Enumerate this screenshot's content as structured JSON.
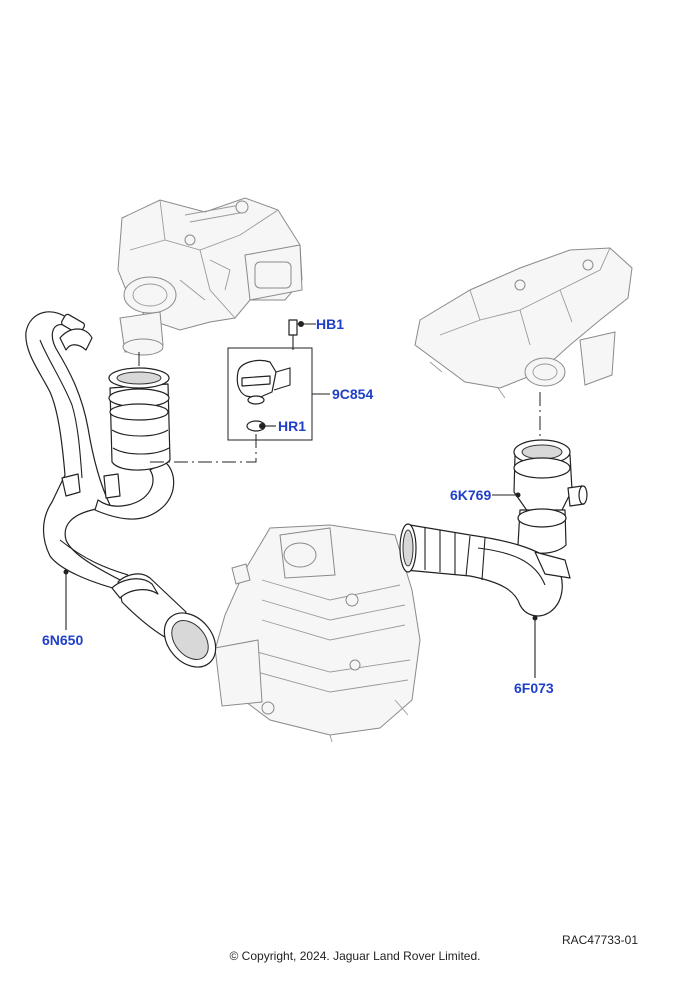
{
  "colors": {
    "callout": "#1f3fc8",
    "leader": "#222222"
  },
  "callouts": {
    "hb1": "HB1",
    "c9854": "9C854",
    "hr1": "HR1",
    "k6769": "6K769",
    "n6650": "6N650",
    "f6073": "6F073"
  },
  "footer": {
    "reference": "RAC47733-01",
    "copyright": "© Copyright, 2024. Jaguar Land Rover Limited."
  }
}
